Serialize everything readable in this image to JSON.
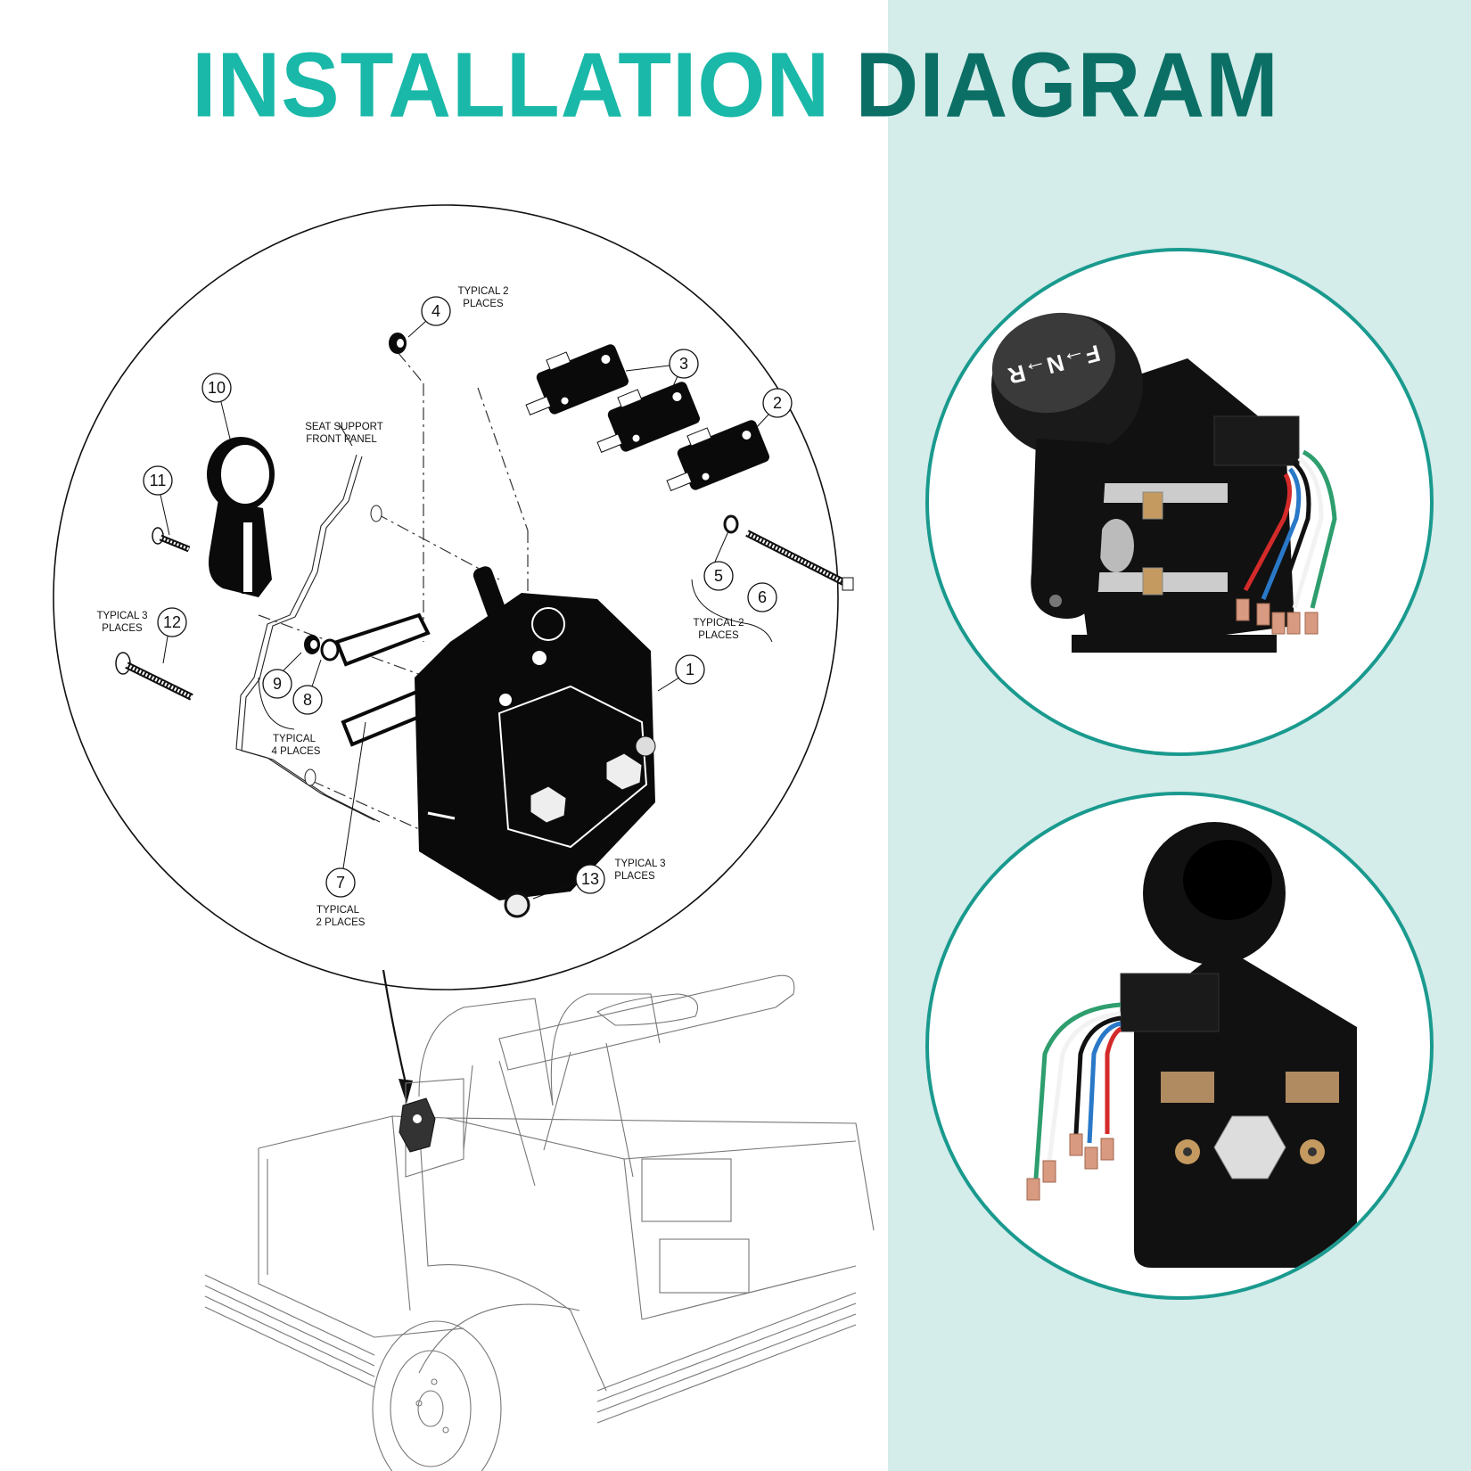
{
  "title": {
    "word1": "INSTALLATION",
    "word2": "DIAGRAM",
    "colors": {
      "word1": "#19b8a8",
      "word2": "#0c6f66"
    }
  },
  "colors": {
    "right_panel_bg": "#d4ecea",
    "circle_border": "#1a9a8e",
    "parts_black": "#0a0a0a"
  },
  "exploded_view": {
    "labels": {
      "typical_2_places_a": [
        "TYPICAL 2",
        "PLACES"
      ],
      "seat_support": [
        "SEAT SUPPORT",
        "FRONT PANEL"
      ],
      "typical_3_places_a": [
        "TYPICAL 3",
        "PLACES"
      ],
      "typical_4_places": [
        "TYPICAL",
        "4 PLACES"
      ],
      "typical_2_places_b": [
        "TYPICAL 2",
        "PLACES"
      ],
      "typical_3_places_b": [
        "TYPICAL 3",
        "PLACES"
      ],
      "typical_2_places_c": [
        "TYPICAL",
        "2 PLACES"
      ]
    },
    "callouts": [
      {
        "num": "1",
        "part": "switch-housing"
      },
      {
        "num": "2",
        "part": "micro-switch"
      },
      {
        "num": "3",
        "part": "micro-switch-pair"
      },
      {
        "num": "4",
        "part": "nut"
      },
      {
        "num": "5",
        "part": "washer"
      },
      {
        "num": "6",
        "part": "long-screw"
      },
      {
        "num": "7",
        "part": "bracket-plate"
      },
      {
        "num": "8",
        "part": "lock-washer"
      },
      {
        "num": "9",
        "part": "nut"
      },
      {
        "num": "10",
        "part": "shift-handle"
      },
      {
        "num": "11",
        "part": "handle-screw"
      },
      {
        "num": "12",
        "part": "mounting-bolt"
      },
      {
        "num": "13",
        "part": "lock-nut"
      }
    ]
  },
  "product_photos": [
    {
      "view": "front",
      "knob_text": "F→N→R",
      "wire_colors": [
        "#2e9e6e",
        "#ffffff",
        "#111111",
        "#2a78c8",
        "#d42a2a"
      ]
    },
    {
      "view": "back",
      "wire_colors": [
        "#2e9e6e",
        "#ffffff",
        "#111111",
        "#2a78c8",
        "#d42a2a"
      ]
    }
  ]
}
